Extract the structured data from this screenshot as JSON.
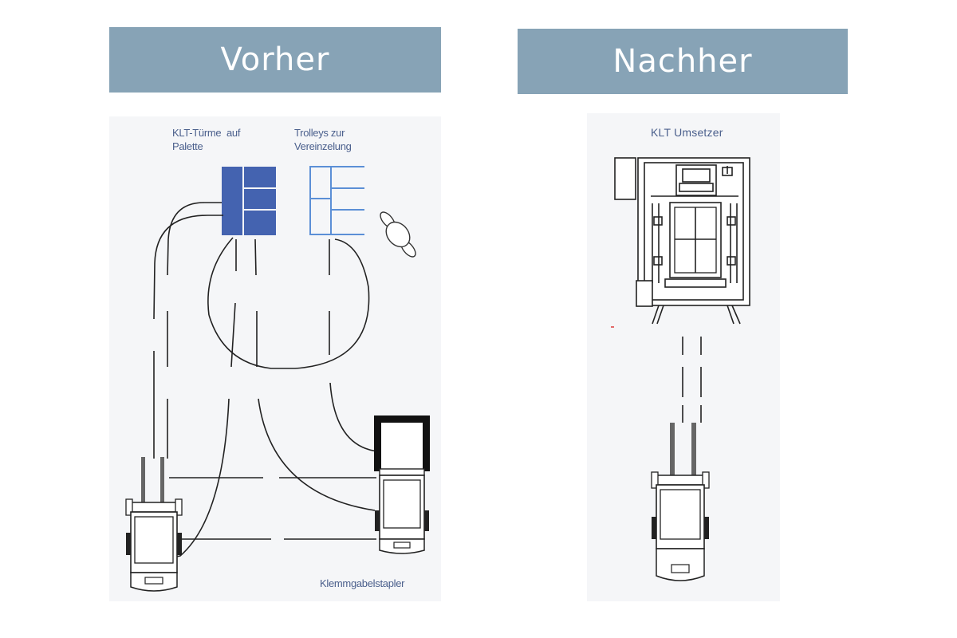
{
  "headers": {
    "before": "Vorher",
    "after": "Nachher"
  },
  "before": {
    "klt_towers_label": "KLT-Türme  auf\nPalette",
    "trolleys_label": "Trolleys zur\nVereinzelung",
    "forklift_label": "Klemmgabelstapler"
  },
  "after": {
    "converter_label": "KLT Umsetzer"
  },
  "colors": {
    "header_bg": "#87a3b6",
    "klt_tower_fill": "#4463b0",
    "trolley_stroke": "#5b8fd6",
    "label_text": "#4a5f8c"
  }
}
